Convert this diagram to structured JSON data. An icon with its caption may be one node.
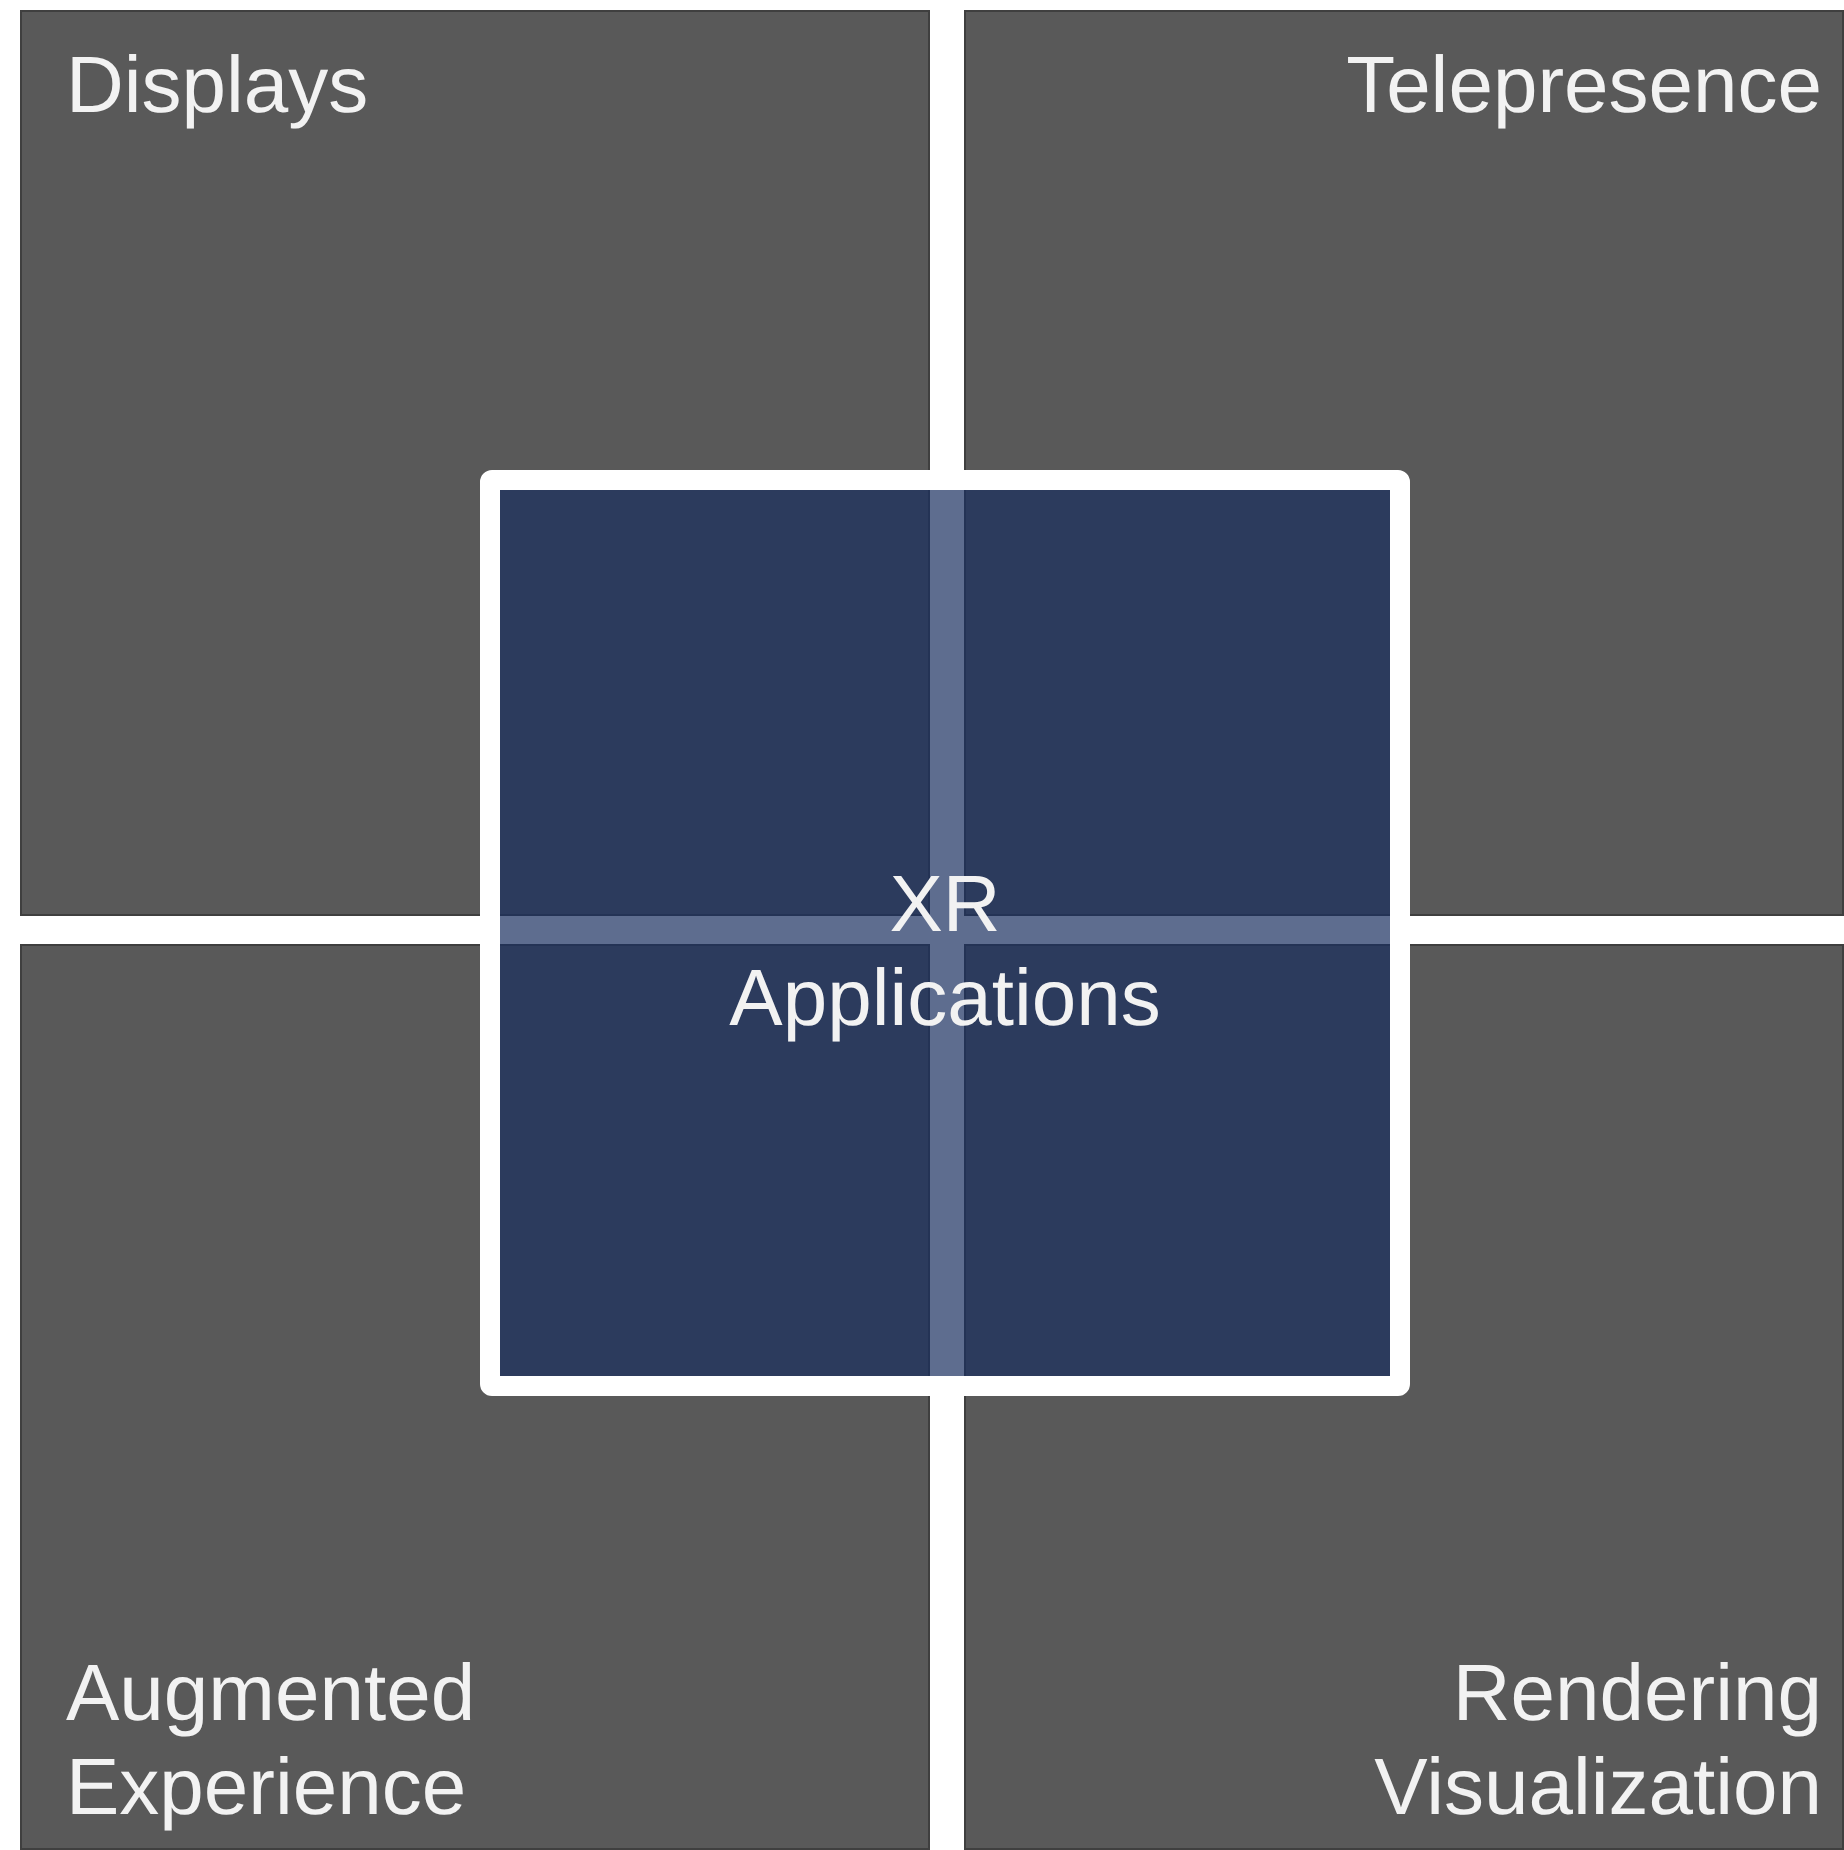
{
  "diagram": {
    "nodes": [
      {
        "text": [
          "Displays"
        ]
      },
      {
        "text": [
          "Telepresence"
        ]
      },
      {
        "text": [
          "Augmented Experience"
        ]
      },
      {
        "text": [
          "Rendering Visualization"
        ]
      },
      {
        "text": [
          "XR Applications"
        ]
      }
    ]
  }
}
